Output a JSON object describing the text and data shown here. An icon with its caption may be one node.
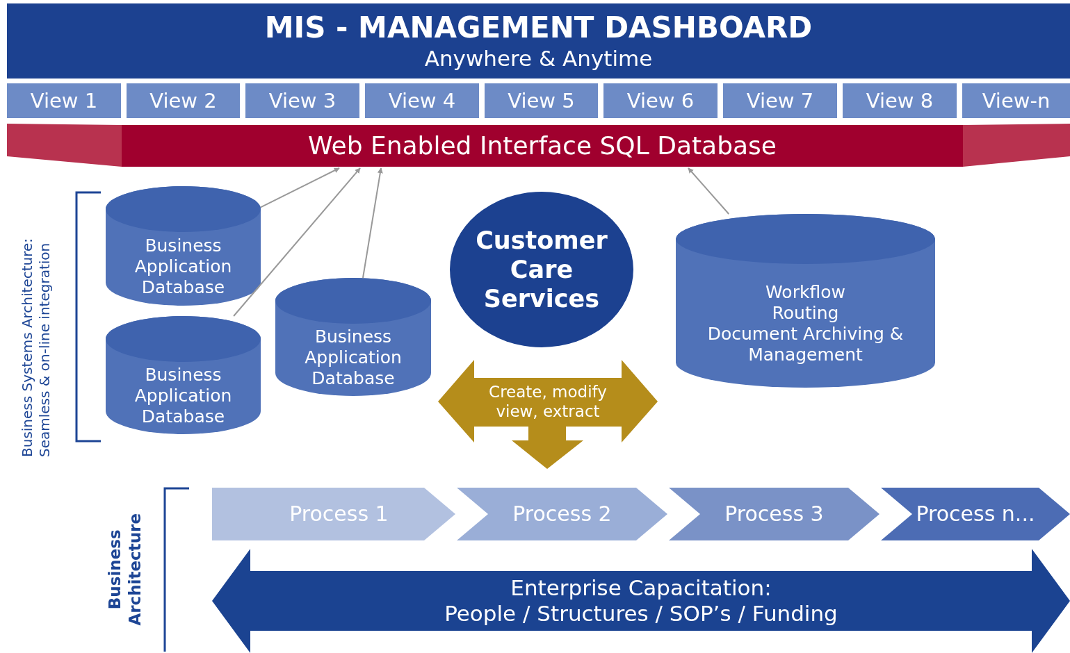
{
  "diagram": {
    "nodes": [
      {
        "text": [
          "MIS - MANAGEMENT DASHBOARD",
          "Anywhere & Anytime"
        ]
      },
      {
        "text": [
          "View 1"
        ]
      },
      {
        "text": [
          "View 2"
        ]
      },
      {
        "text": [
          "View 3"
        ]
      },
      {
        "text": [
          "View 4"
        ]
      },
      {
        "text": [
          "View 5"
        ]
      },
      {
        "text": [
          "View 6"
        ]
      },
      {
        "text": [
          "View 7"
        ]
      },
      {
        "text": [
          "View 8"
        ]
      },
      {
        "text": [
          "View-n"
        ]
      },
      {
        "text": [
          "Web Enabled Interface SQL Database"
        ]
      },
      {
        "text": [
          "Business Application Database"
        ]
      },
      {
        "text": [
          "Business Application Database"
        ]
      },
      {
        "text": [
          "Business Application Database"
        ]
      },
      {
        "text": [
          "Customer Care Services"
        ]
      },
      {
        "text": [
          "Workflow",
          "Routing",
          "Document Archiving & Management"
        ]
      },
      {
        "text": [
          "Create, modify view, extract"
        ]
      },
      {
        "text": [
          "Process 1"
        ]
      },
      {
        "text": [
          "Process 2"
        ]
      },
      {
        "text": [
          "Process 3"
        ]
      },
      {
        "text": [
          "Process n..."
        ]
      },
      {
        "text": [
          "Enterprise Capacitation:",
          "People / Structures / SOP’s / Funding"
        ]
      }
    ],
    "edges": [
      {
        "from": 11,
        "to": 10,
        "arrow": "to"
      },
      {
        "from": 12,
        "to": 10,
        "arrow": "to"
      },
      {
        "from": 13,
        "to": 10,
        "arrow": "to"
      },
      {
        "from": 15,
        "to": 10,
        "arrow": "to"
      }
    ],
    "labels": [
      "Business Systems Architecture: Seamless & on-line integration",
      "Business Architecture"
    ]
  }
}
